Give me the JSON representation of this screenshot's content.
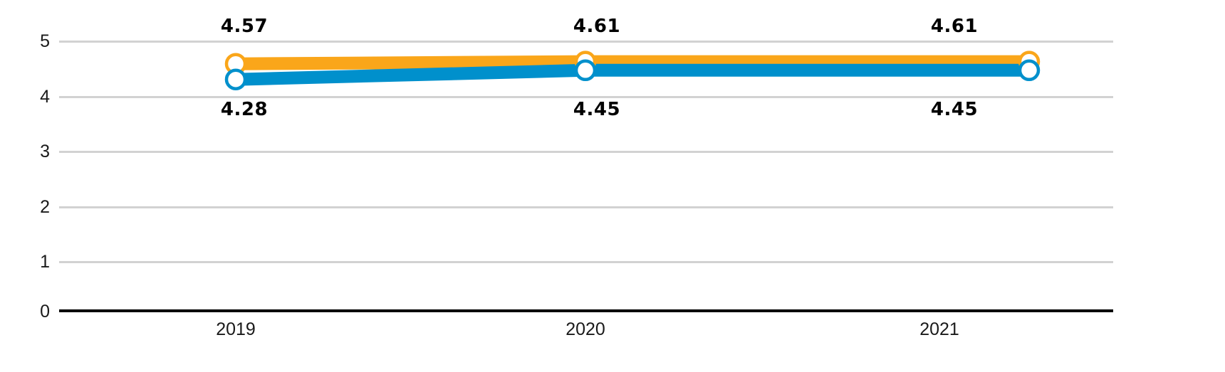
{
  "chart_data": {
    "type": "line",
    "title": "",
    "subtitle": "",
    "xlabel": "",
    "ylabel": "",
    "categories": [
      "2019",
      "2020",
      "2021"
    ],
    "ylim": [
      0,
      5
    ],
    "yticks": [
      "0",
      "1",
      "2",
      "3",
      "4",
      "5"
    ],
    "grid": true,
    "legend": "none",
    "series": [
      {
        "name": "series-orange",
        "color": "#faa61a",
        "marker_fill": "#ffffff",
        "label_position": "above",
        "values": [
          4.57,
          4.61,
          4.61
        ],
        "labels": [
          "4.57",
          "4.61",
          "4.61"
        ]
      },
      {
        "name": "series-blue",
        "color": "#0090cc",
        "marker_fill": "#ffffff",
        "label_position": "below",
        "values": [
          4.28,
          4.45,
          4.45
        ],
        "labels": [
          "4.28",
          "4.45",
          "4.45"
        ]
      }
    ]
  },
  "axis": {
    "y_ticks": [
      "5",
      "4",
      "3",
      "2",
      "1",
      "0"
    ],
    "x_ticks": [
      "2019",
      "2020",
      "2021"
    ]
  },
  "colors": {
    "orange": "#faa61a",
    "blue": "#0090cc",
    "gridline": "#d2d2d2",
    "axis": "#000000",
    "text": "#1a1a1a",
    "label_text": "#000000"
  }
}
